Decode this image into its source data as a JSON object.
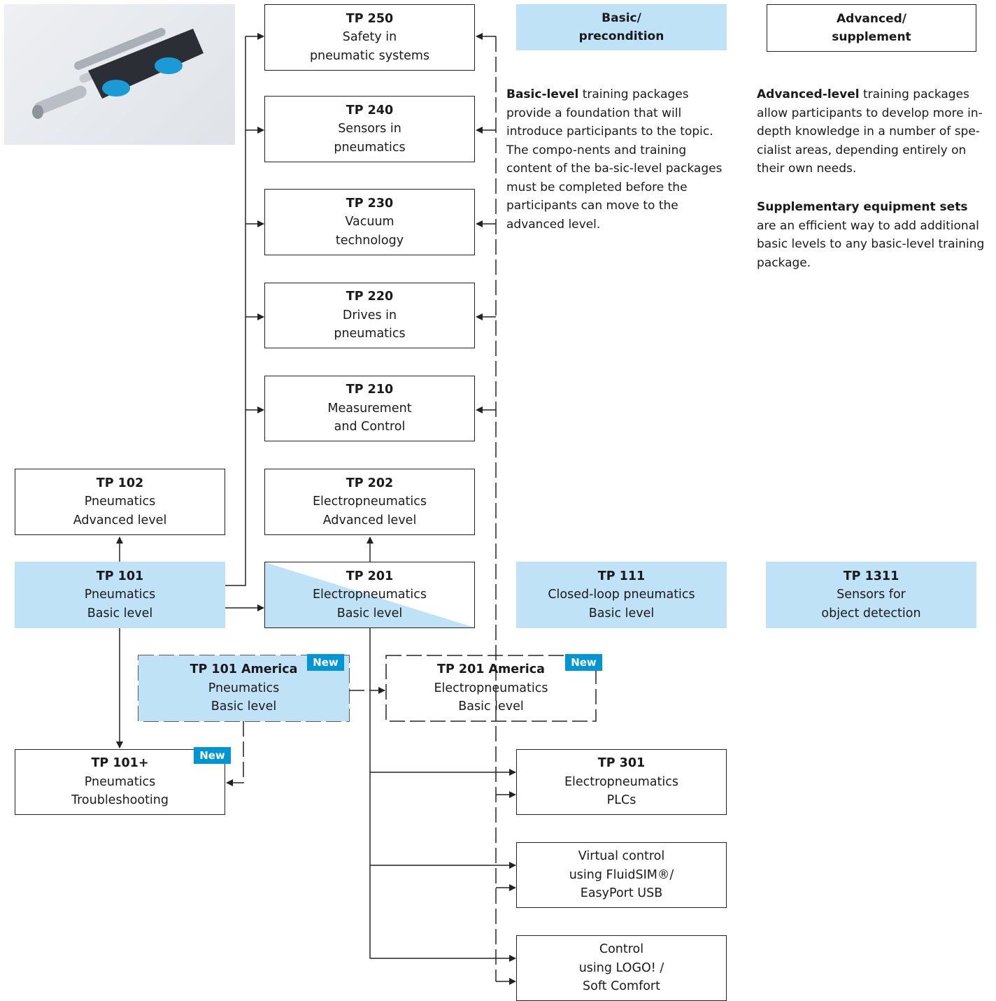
{
  "photo": {
    "icon": "pneumatic-cylinder-photo"
  },
  "headers": {
    "basic": [
      "Basic/",
      "precondition"
    ],
    "advanced": [
      "Advanced/",
      "supplement"
    ]
  },
  "text": {
    "basic_bold": "Basic-level",
    "basic_rest": " training packages provide a foundation that will introduce participants to the topic. The compo-nents and training content of the ba-sic-level packages must be completed before the participants can move to the advanced level.",
    "adv_bold": "Advanced-level",
    "adv_rest": " training packages allow participants to develop more in-depth knowledge in a number of spe-cialist areas, depending entirely on their own needs.",
    "supp_bold": "Supplementary equipment sets",
    "supp_rest": " are an efficient way to add additional basic levels to any basic-level training package."
  },
  "boxes": {
    "tp250": [
      "TP 250",
      "Safety in",
      "pneumatic systems"
    ],
    "tp240": [
      "TP 240",
      "Sensors in",
      "pneumatics"
    ],
    "tp230": [
      "TP 230",
      "Vacuum",
      "technology"
    ],
    "tp220": [
      "TP 220",
      "Drives in",
      "pneumatics"
    ],
    "tp210": [
      "TP 210",
      "Measurement",
      "and Control"
    ],
    "tp102": [
      "TP 102",
      "Pneumatics",
      "Advanced level"
    ],
    "tp202": [
      "TP 202",
      "Electropneumatics",
      "Advanced level"
    ],
    "tp101": [
      "TP 101",
      "Pneumatics",
      "Basic level"
    ],
    "tp201": [
      "TP 201",
      "Electropneumatics",
      "Basic level"
    ],
    "tp111": [
      "TP 111",
      "Closed-loop pneumatics",
      "Basic level"
    ],
    "tp1311": [
      "TP 1311",
      "Sensors for",
      "object detection"
    ],
    "tp101am": [
      "TP 101 America",
      "Pneumatics",
      "Basic level"
    ],
    "tp201am": [
      "TP 201 America",
      "Electropneumatics",
      "Basic level"
    ],
    "tp101plus": [
      "TP 101+",
      "Pneumatics",
      "Troubleshooting"
    ],
    "tp301": [
      "TP 301",
      "Electropneumatics",
      "PLCs"
    ],
    "fluidsim": [
      "Virtual control",
      "using FluidSIM®/",
      "EasyPort USB"
    ],
    "logo": [
      "Control",
      "using LOGO! /",
      "Soft Comfort"
    ]
  },
  "badge_label": "New",
  "colors": {
    "fill": "#bfe2f7",
    "badge": "#0096d6",
    "line": "#222222"
  }
}
